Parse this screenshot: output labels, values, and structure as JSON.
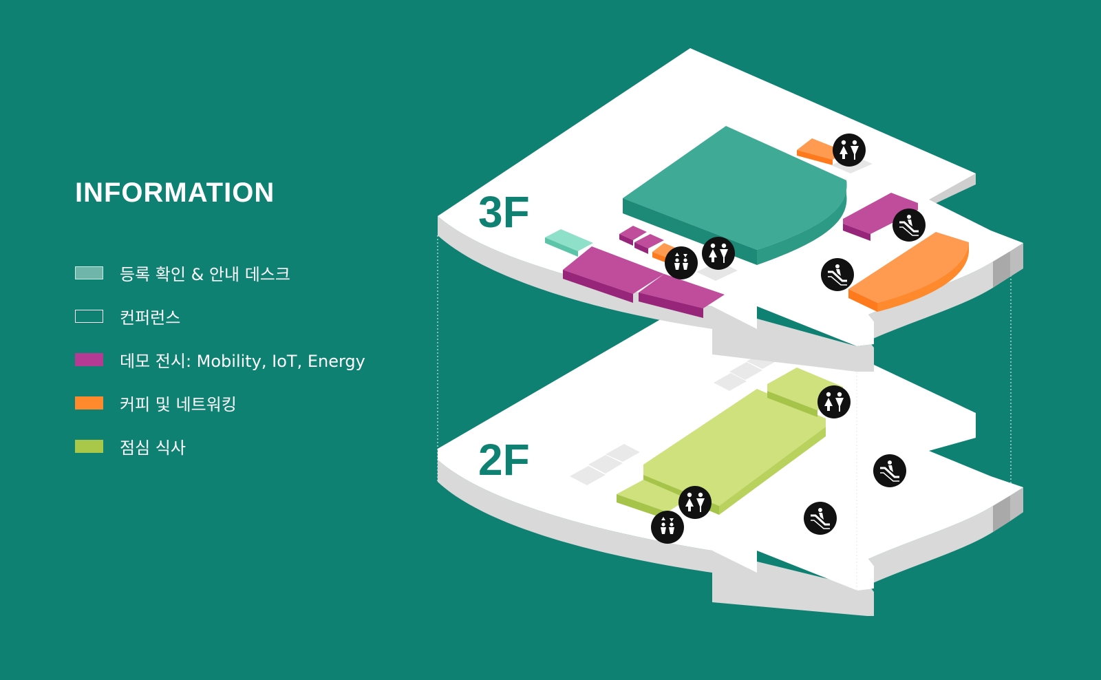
{
  "title": "INFORMATION",
  "legend": [
    {
      "label": "등록 확인 & 안내 데스크",
      "color": "#6fb5a9",
      "border": "#c9ece5"
    },
    {
      "label": "컨퍼런스",
      "color": "#0e8173",
      "border": "#ffffff"
    },
    {
      "label": "데모 전시: Mobility, IoT, Energy",
      "color": "#b43a94",
      "border": "#b43a94"
    },
    {
      "label": "커피 및 네트워킹",
      "color": "#ff8a2e",
      "border": "#ff8a2e"
    },
    {
      "label": "점심 식사",
      "color": "#a9c84a",
      "border": "#a9c84a"
    }
  ],
  "floors": {
    "upper": "3F",
    "lower": "2F"
  },
  "colors": {
    "background": "#0e8173",
    "floor_top": "#ffffff",
    "floor_side": "#d9d9d9",
    "floor_side_dark": "#a9a9a9",
    "conference": "#3fab96",
    "conference_side": "#1c8a76",
    "registration": "#8fe0c8",
    "demo": "#c04d9c",
    "demo_side": "#97267a",
    "coffee": "#ff9b50",
    "coffee_side": "#ff7a1c",
    "lunch": "#cfe17d",
    "lunch_side": "#a6c44a",
    "icon": "#111111"
  },
  "icons": [
    "restroom-icon",
    "escalator-icon",
    "elevator-icon"
  ]
}
